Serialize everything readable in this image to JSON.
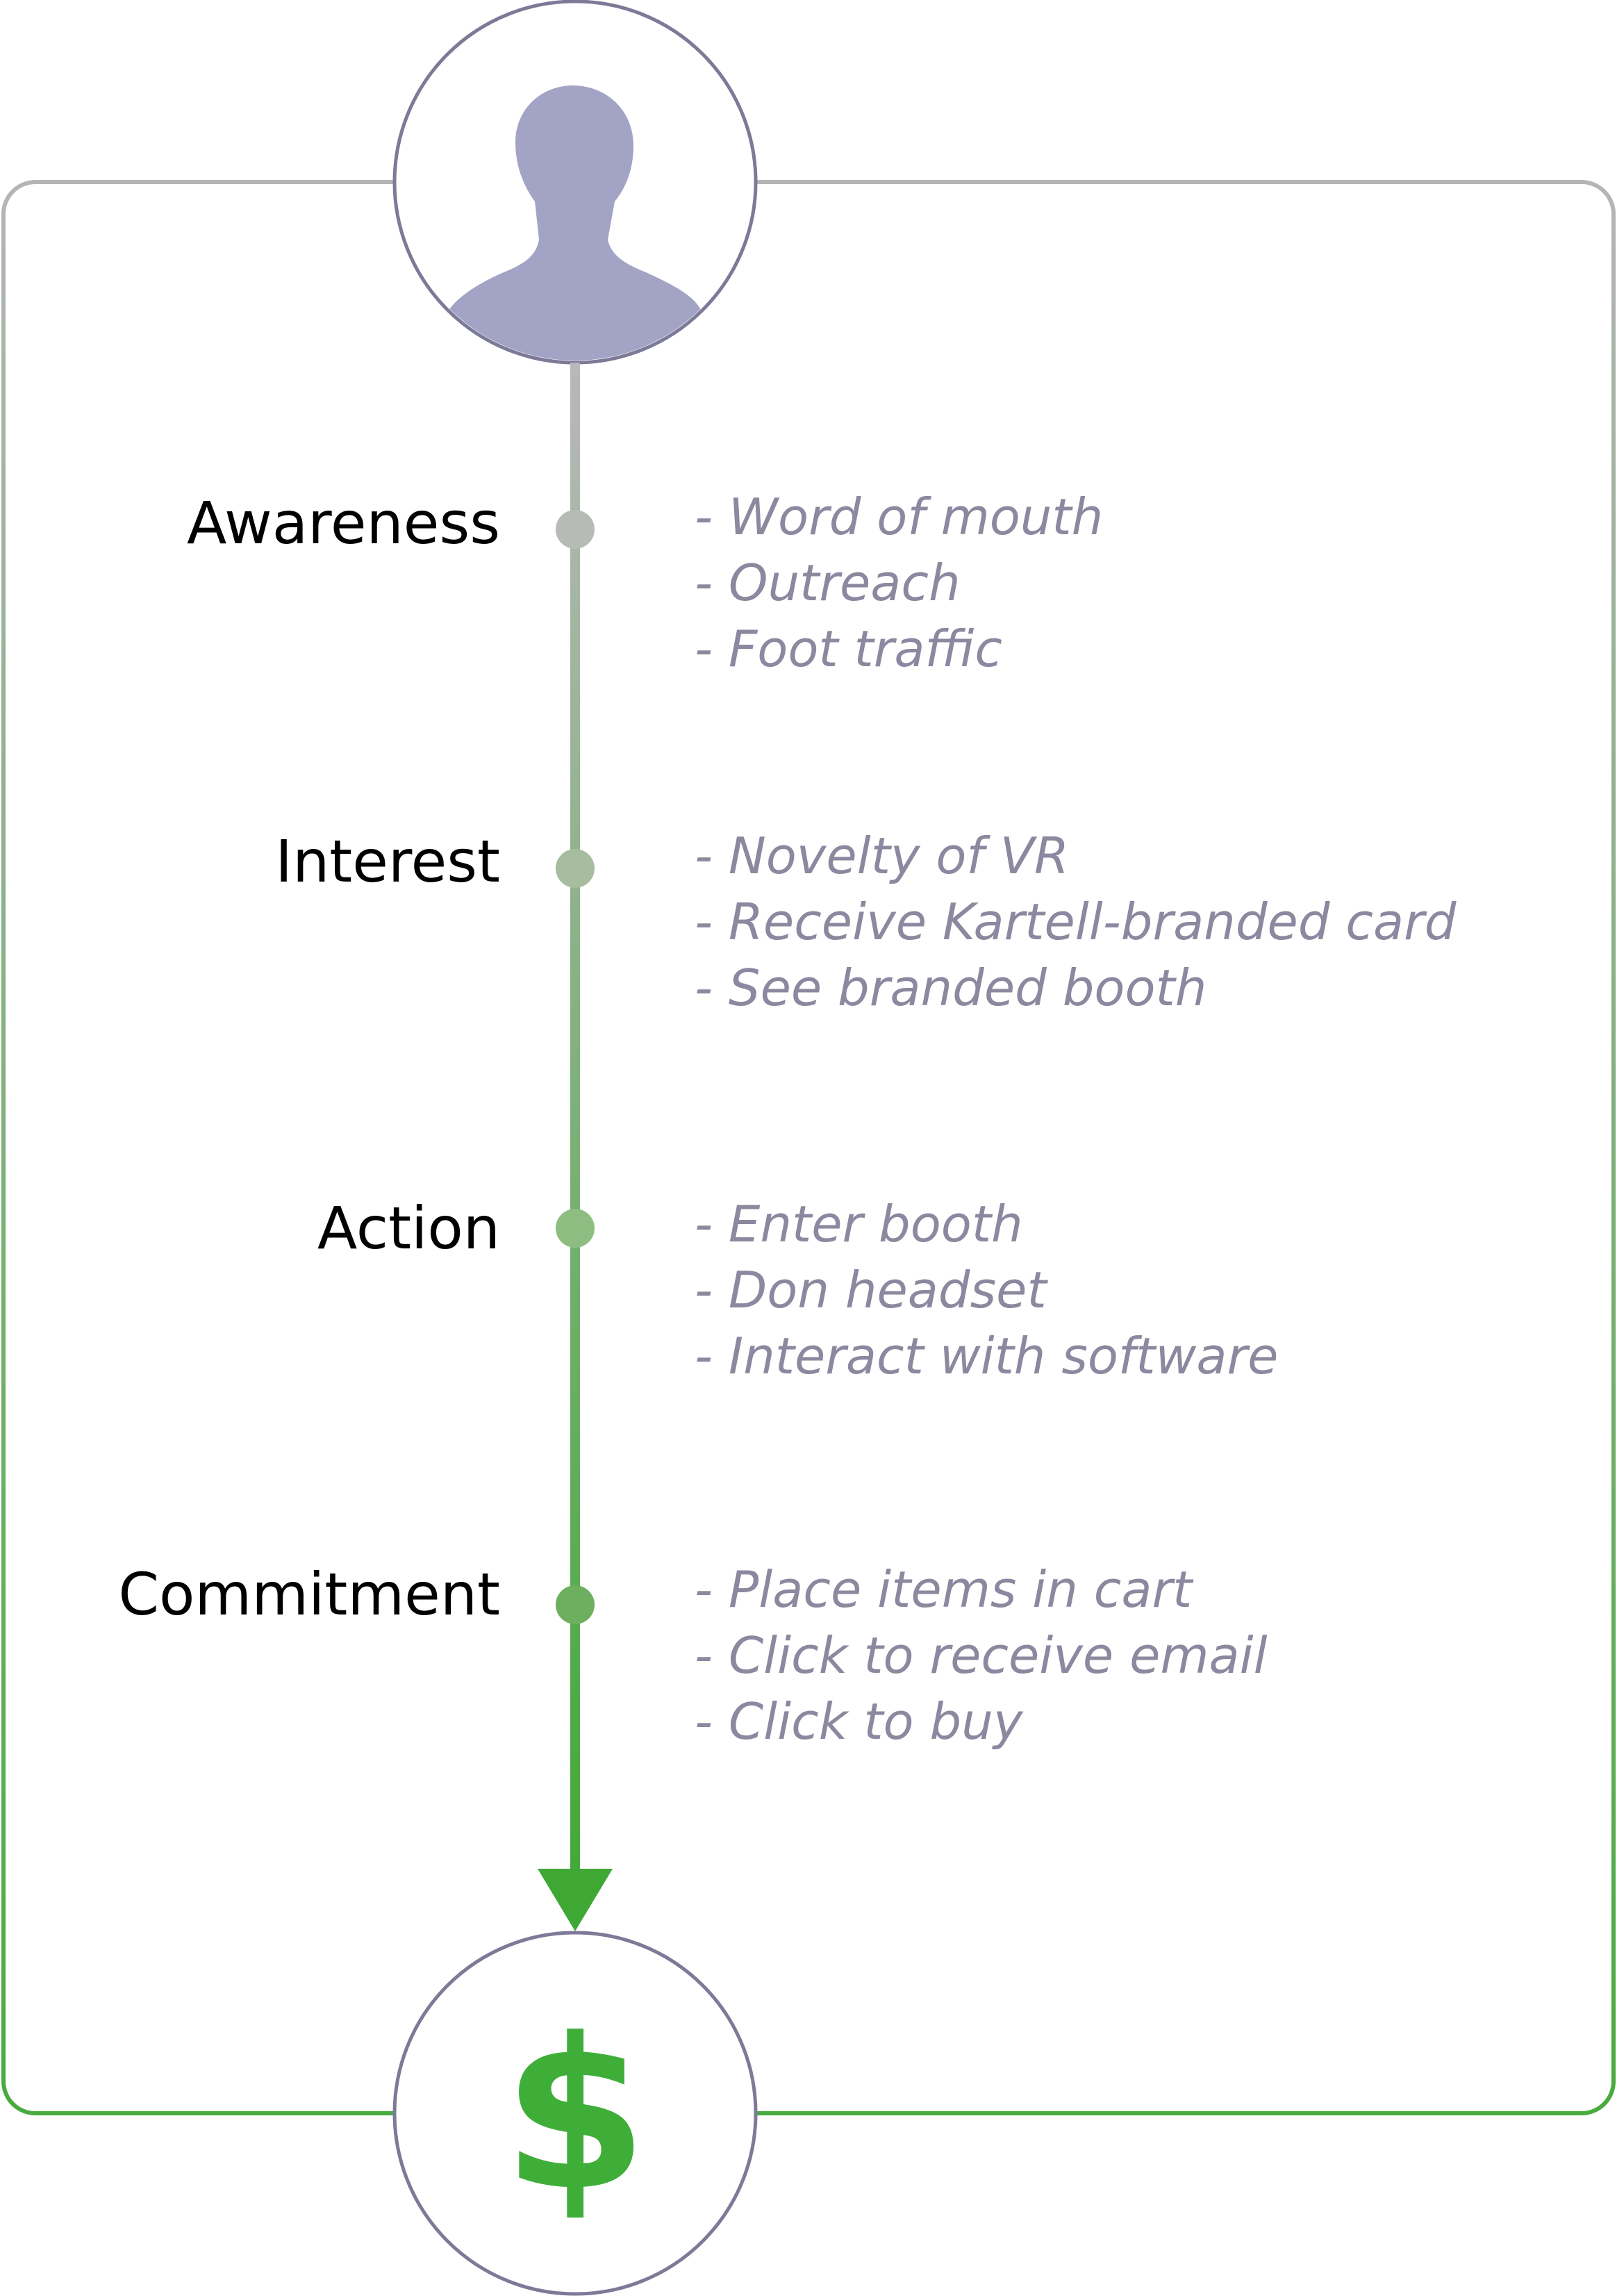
{
  "colors": {
    "frame_top": "#b5b5b5",
    "frame_bottom": "#47ab3d",
    "line_top": "#b8b8b8",
    "line_bottom": "#3fa835",
    "circle_stroke": "#7d7a98",
    "avatar_fill": "#a3a3c5",
    "dollar": "#3fae38",
    "label_text": "#000000",
    "detail_text": "#8a899f"
  },
  "start_icon": "person-silhouette-icon",
  "end_icon": "dollar-sign-icon",
  "end_symbol": "$",
  "stages": [
    {
      "label": "Awareness",
      "dot_color": "#b7bbb5",
      "items": [
        "- Word of mouth",
        "- Outreach",
        "- Foot traffic"
      ]
    },
    {
      "label": "Interest",
      "dot_color": "#a7bd9e",
      "items": [
        "- Novelty of VR",
        "- Receive Kartell-branded card",
        "- See branded booth"
      ]
    },
    {
      "label": "Action",
      "dot_color": "#8ebd82",
      "items": [
        "- Enter booth",
        "- Don headset",
        "- Interact with software"
      ]
    },
    {
      "label": "Commitment",
      "dot_color": "#6daf5e",
      "items": [
        "- Place items in cart",
        "- Click to receive email",
        "- Click to buy"
      ]
    }
  ]
}
